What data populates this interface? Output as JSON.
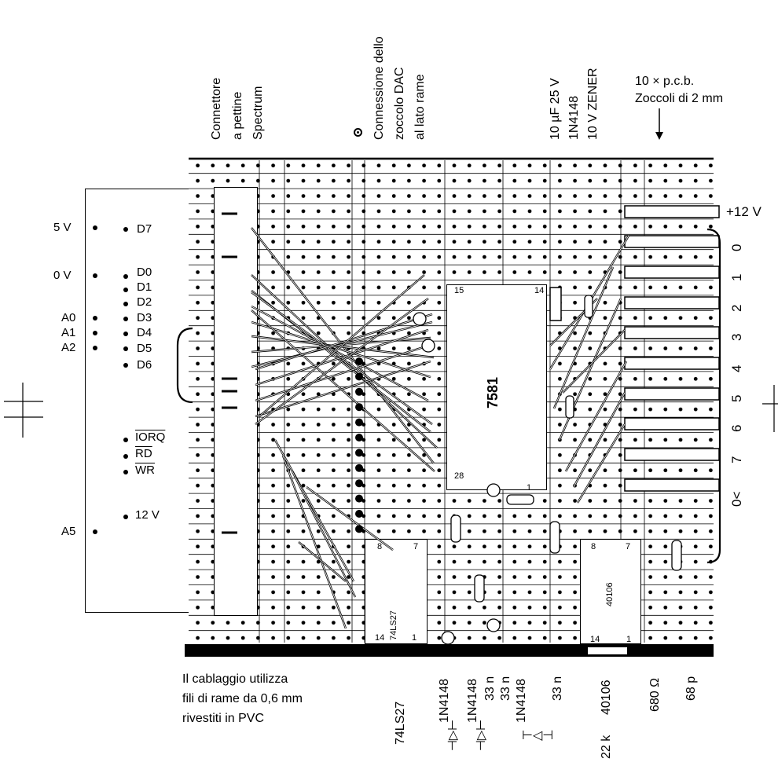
{
  "top_labels": {
    "connector": [
      "Connettore",
      "a pettine",
      "Spectrum"
    ],
    "dac_connection": [
      "Connessione dello",
      "zoccolo DAC",
      "al lato rame"
    ],
    "components_top": [
      "10 µF 25 V",
      "1N4148",
      "10 V ZENER"
    ],
    "sockets": [
      "10 × p.c.b.",
      "Zoccoli di 2 mm"
    ]
  },
  "connector_pins_left": [
    "5 V",
    "0 V",
    "A0",
    "A1",
    "A2",
    "A5"
  ],
  "connector_pins_right": [
    "D7",
    "D0",
    "D1",
    "D2",
    "D3",
    "D4",
    "D5",
    "D6",
    "IORQ",
    "RD",
    "WR",
    "12 V"
  ],
  "output_labels": [
    "+12 V",
    "0",
    "1",
    "2",
    "3",
    "4",
    "5",
    "6",
    "7",
    "0<"
  ],
  "ic_labels": {
    "dac": "7581",
    "dac_pin15": "15",
    "dac_pin14": "14",
    "dac_pin28": "28",
    "dac_pin1": "1",
    "gate": "74LS27",
    "gate_pin8": "8",
    "gate_pin7": "7",
    "gate_pin14": "14",
    "gate_pin1": "1",
    "schmitt": "40106",
    "schmitt_pin8": "8",
    "schmitt_pin7": "7",
    "schmitt_pin14": "14",
    "schmitt_pin1": "1"
  },
  "note": [
    "Il cablaggio utilizza",
    "fili di rame da 0,6 mm",
    "rivestiti in PVC"
  ],
  "bottom_labels": [
    "74LS27",
    "1N4148",
    "1N4148",
    "33 n",
    "33 n",
    "1N4148",
    "33 n",
    "22 k",
    "40106",
    "680 Ω",
    "68 p"
  ]
}
